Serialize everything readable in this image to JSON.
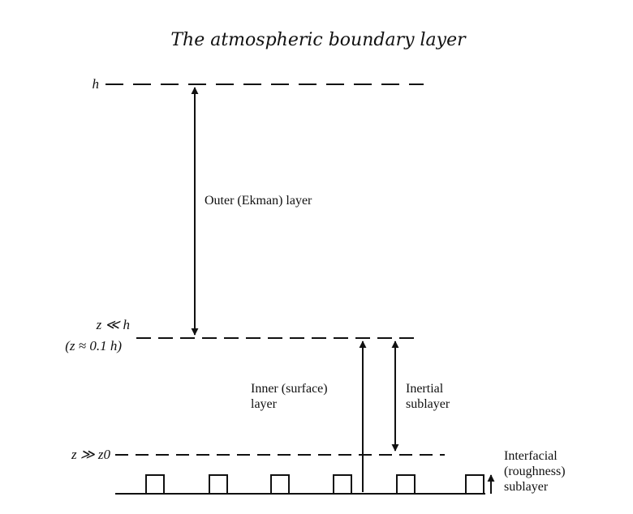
{
  "title": "The atmospheric boundary layer",
  "levels": {
    "h": "h",
    "z_ll_h": "z ≪ h",
    "z_approx": "(z ≈ 0.1 h)",
    "z_gg_z0": "z ≫ z0"
  },
  "layers": {
    "outer": "Outer (Ekman) layer",
    "inner_line1": "Inner (surface)",
    "inner_line2": "layer",
    "inertial_line1": "Inertial",
    "inertial_line2": "sublayer",
    "interfacial_line1": "Interfacial",
    "interfacial_line2": "(roughness)",
    "interfacial_line3": "sublayer"
  },
  "roughness_elements": 6,
  "colors": {
    "ink": "#111111",
    "background": "#ffffff"
  }
}
